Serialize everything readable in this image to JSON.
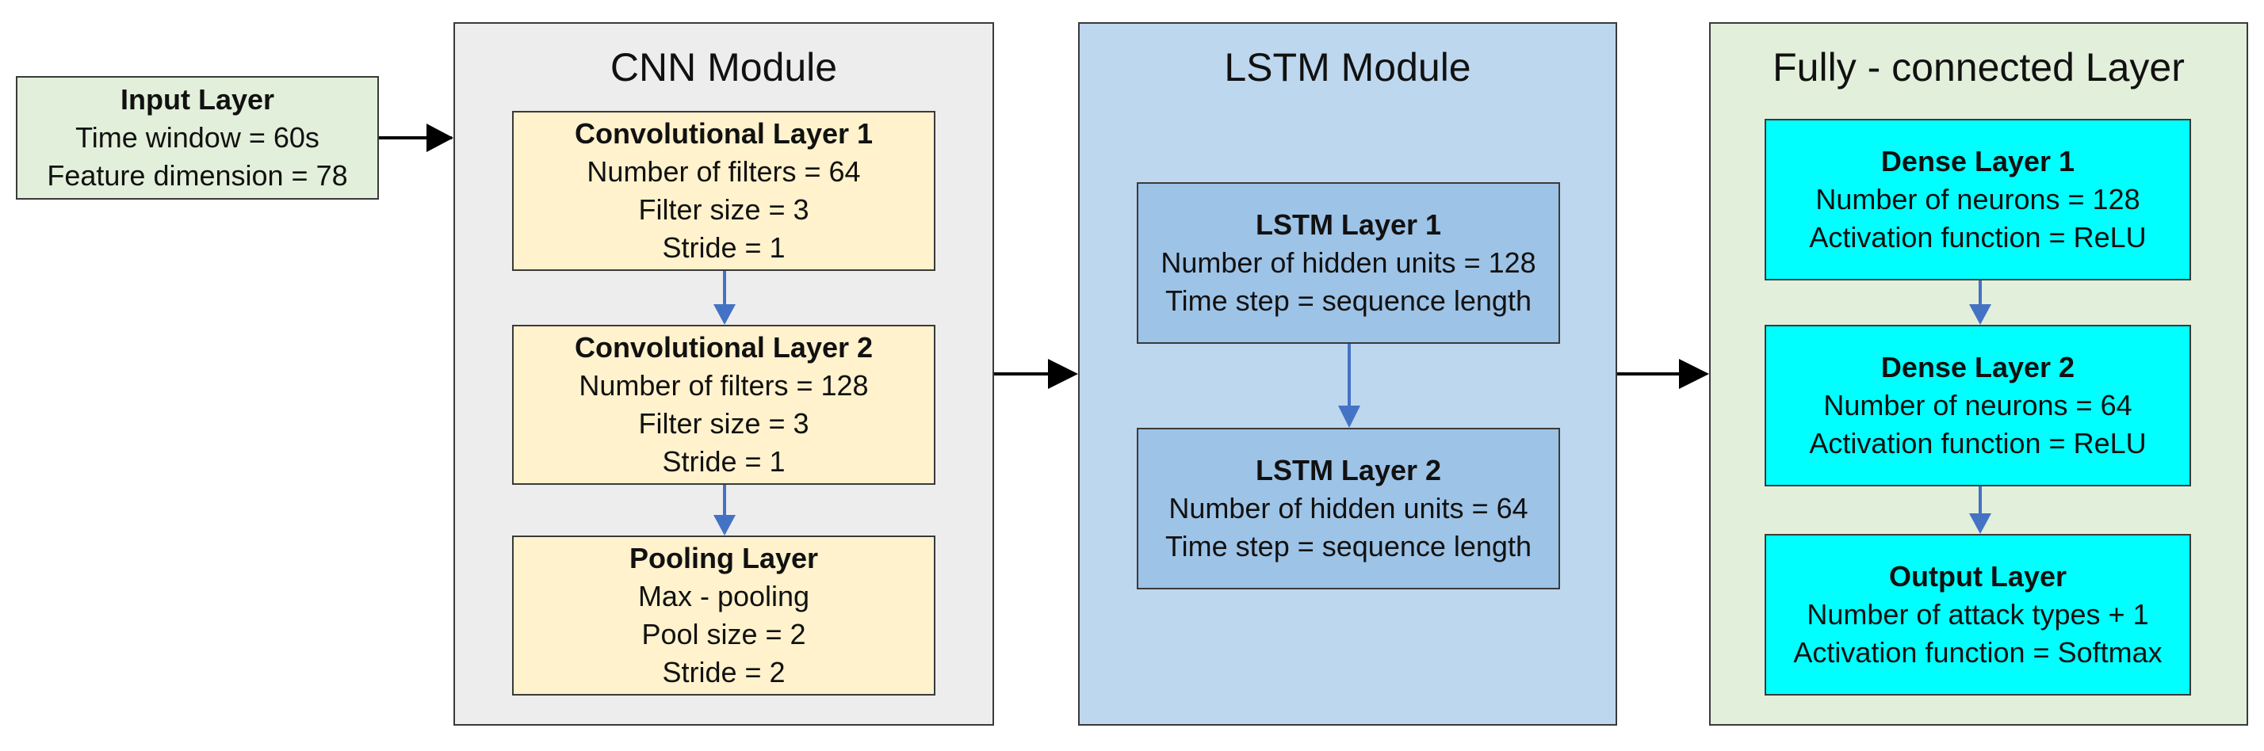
{
  "input_layer": {
    "title": "Input Layer",
    "lines": [
      "Time window = 60s",
      "Feature dimension = 78"
    ]
  },
  "cnn_module": {
    "title": "CNN Module",
    "layers": [
      {
        "title": "Convolutional Layer 1",
        "lines": [
          "Number of filters = 64",
          "Filter size = 3",
          "Stride = 1"
        ]
      },
      {
        "title": "Convolutional Layer 2",
        "lines": [
          "Number of filters = 128",
          "Filter size = 3",
          "Stride = 1"
        ]
      },
      {
        "title": "Pooling Layer",
        "lines": [
          "Max - pooling",
          "Pool size = 2",
          "Stride = 2"
        ]
      }
    ]
  },
  "lstm_module": {
    "title": "LSTM Module",
    "layers": [
      {
        "title": "LSTM Layer 1",
        "lines": [
          "Number of hidden units = 128",
          "Time step = sequence length"
        ]
      },
      {
        "title": "LSTM Layer 2",
        "lines": [
          "Number of hidden units = 64",
          "Time step = sequence length"
        ]
      }
    ]
  },
  "fc_module": {
    "title": "Fully - connected Layer",
    "layers": [
      {
        "title": "Dense Layer 1",
        "lines": [
          "Number of neurons = 128",
          "Activation function = ReLU"
        ]
      },
      {
        "title": "Dense Layer 2",
        "lines": [
          "Number of neurons = 64",
          "Activation function = ReLU"
        ]
      },
      {
        "title": "Output Layer",
        "lines": [
          "Number of attack types + 1",
          "Activation function = Softmax"
        ]
      }
    ]
  },
  "colors": {
    "input_fill": "#e2efda",
    "cnn_fill": "#ededed",
    "cnn_layer_fill": "#fff2cc",
    "lstm_fill": "#bdd7ee",
    "lstm_layer_fill": "#9dc3e6",
    "fc_fill": "#e2efda",
    "fc_layer_fill": "#00ffff",
    "flow_arrow": "#000000",
    "inner_arrow": "#4472c4"
  }
}
